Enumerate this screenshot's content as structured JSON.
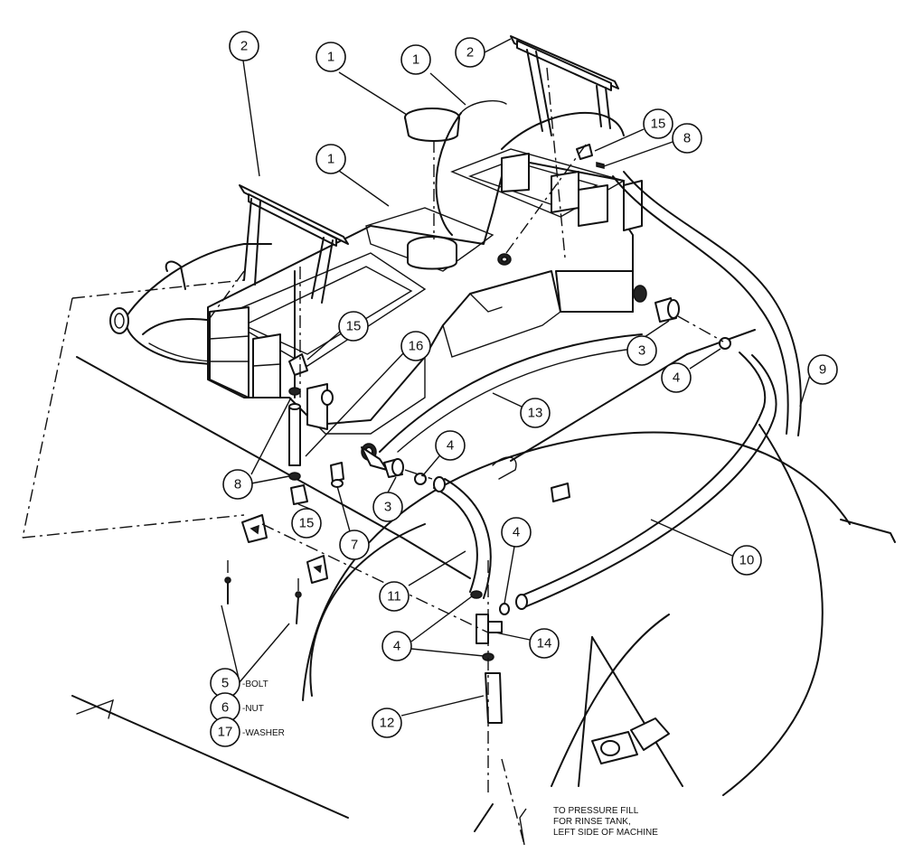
{
  "callouts": [
    {
      "id": "c1a",
      "label": "1"
    },
    {
      "id": "c1b",
      "label": "1"
    },
    {
      "id": "c1c",
      "label": "1"
    },
    {
      "id": "c2a",
      "label": "2"
    },
    {
      "id": "c2b",
      "label": "2"
    },
    {
      "id": "c15a",
      "label": "15"
    },
    {
      "id": "c8a",
      "label": "8"
    },
    {
      "id": "c15b",
      "label": "15"
    },
    {
      "id": "c16",
      "label": "16"
    },
    {
      "id": "c3a",
      "label": "3"
    },
    {
      "id": "c4a",
      "label": "4"
    },
    {
      "id": "c9",
      "label": "9"
    },
    {
      "id": "c13",
      "label": "13"
    },
    {
      "id": "c8b",
      "label": "8"
    },
    {
      "id": "c4b",
      "label": "4"
    },
    {
      "id": "c3b",
      "label": "3"
    },
    {
      "id": "c15c",
      "label": "15"
    },
    {
      "id": "c7",
      "label": "7"
    },
    {
      "id": "c10",
      "label": "10"
    },
    {
      "id": "c4c",
      "label": "4"
    },
    {
      "id": "c11",
      "label": "11"
    },
    {
      "id": "c14",
      "label": "14"
    },
    {
      "id": "c4d",
      "label": "4"
    },
    {
      "id": "c12",
      "label": "12"
    },
    {
      "id": "c5",
      "label": "5"
    },
    {
      "id": "c6",
      "label": "6"
    },
    {
      "id": "c17",
      "label": "17"
    }
  ],
  "legend": {
    "bolt": "-BOLT",
    "nut": "-NUT",
    "washer": "-WASHER"
  },
  "note": {
    "line1": "TO PRESSURE FILL",
    "line2": "FOR RINSE TANK,",
    "line3": "LEFT SIDE OF MACHINE"
  }
}
